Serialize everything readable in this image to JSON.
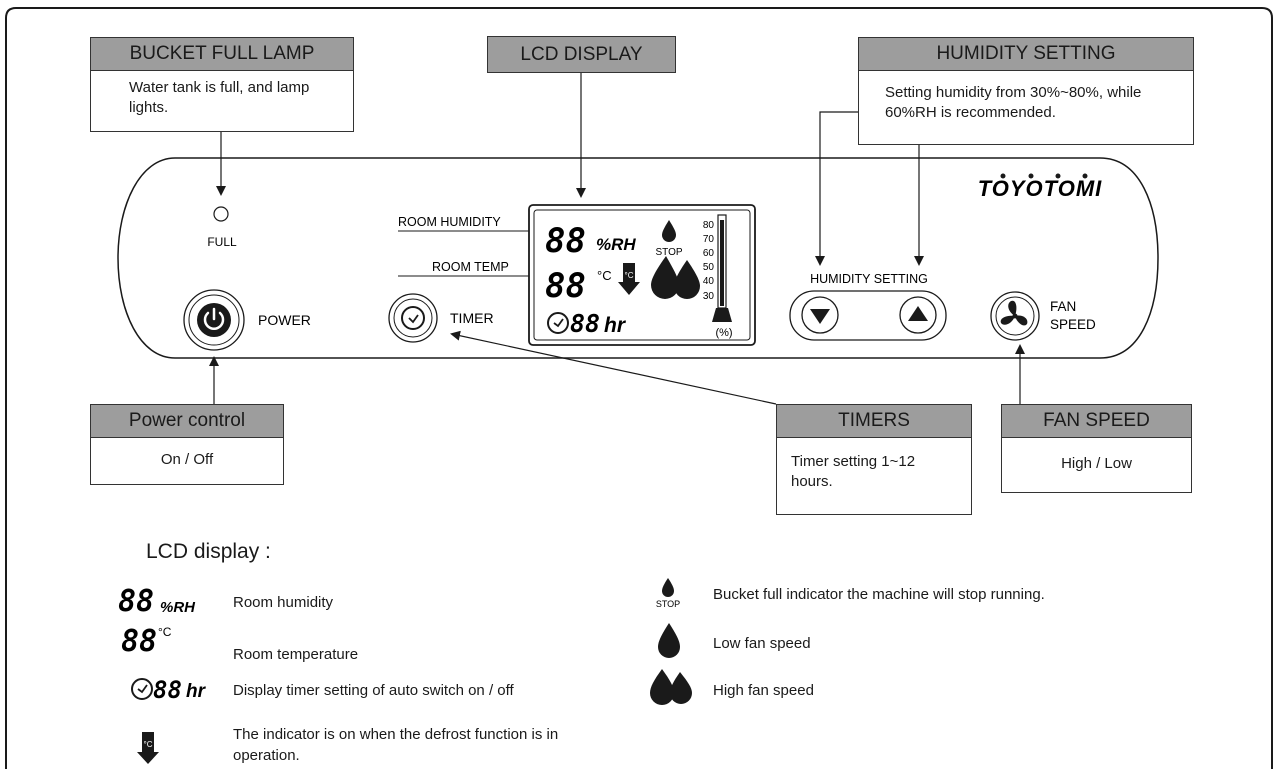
{
  "callouts": {
    "bucket_full": {
      "title": "BUCKET FULL LAMP",
      "body": "Water tank is full, and lamp lights."
    },
    "lcd": {
      "title": "LCD DISPLAY"
    },
    "humidity_setting": {
      "title": "HUMIDITY SETTING",
      "body": "Setting humidity from 30%~80%, while 60%RH is recommended."
    },
    "power": {
      "title": "Power control",
      "body": "On / Off"
    },
    "timers": {
      "title": "TIMERS",
      "body": "Timer setting 1~12 hours."
    },
    "fan_speed": {
      "title": "FAN SPEED",
      "body": "High / Low"
    }
  },
  "panel": {
    "brand": "TOYOTOMI",
    "full_label": "FULL",
    "power_label": "POWER",
    "timer_label": "TIMER",
    "room_humidity_label": "ROOM HUMIDITY",
    "room_temp_label": "ROOM TEMP",
    "humidity_setting_label": "HUMIDITY SETTING",
    "fan_label_1": "FAN",
    "fan_label_2": "SPEED"
  },
  "lcd": {
    "digits": "88",
    "rh_unit": "%RH",
    "temp_unit": "°C",
    "stop_label": "STOP",
    "timer_digits": "88",
    "hr_unit": "hr",
    "scale": [
      "80",
      "70",
      "60",
      "50",
      "40",
      "30"
    ],
    "percent": "(%)"
  },
  "legend": {
    "title": "LCD display :",
    "room_humidity": "Room humidity",
    "room_temperature": "Room temperature",
    "timer": "Display timer setting of auto switch on / off",
    "defrost": "The indicator is on when the defrost function is in operation.",
    "bucket_stop": "Bucket full indicator the machine will stop running.",
    "low_fan": "Low fan speed",
    "high_fan": "High fan speed"
  }
}
